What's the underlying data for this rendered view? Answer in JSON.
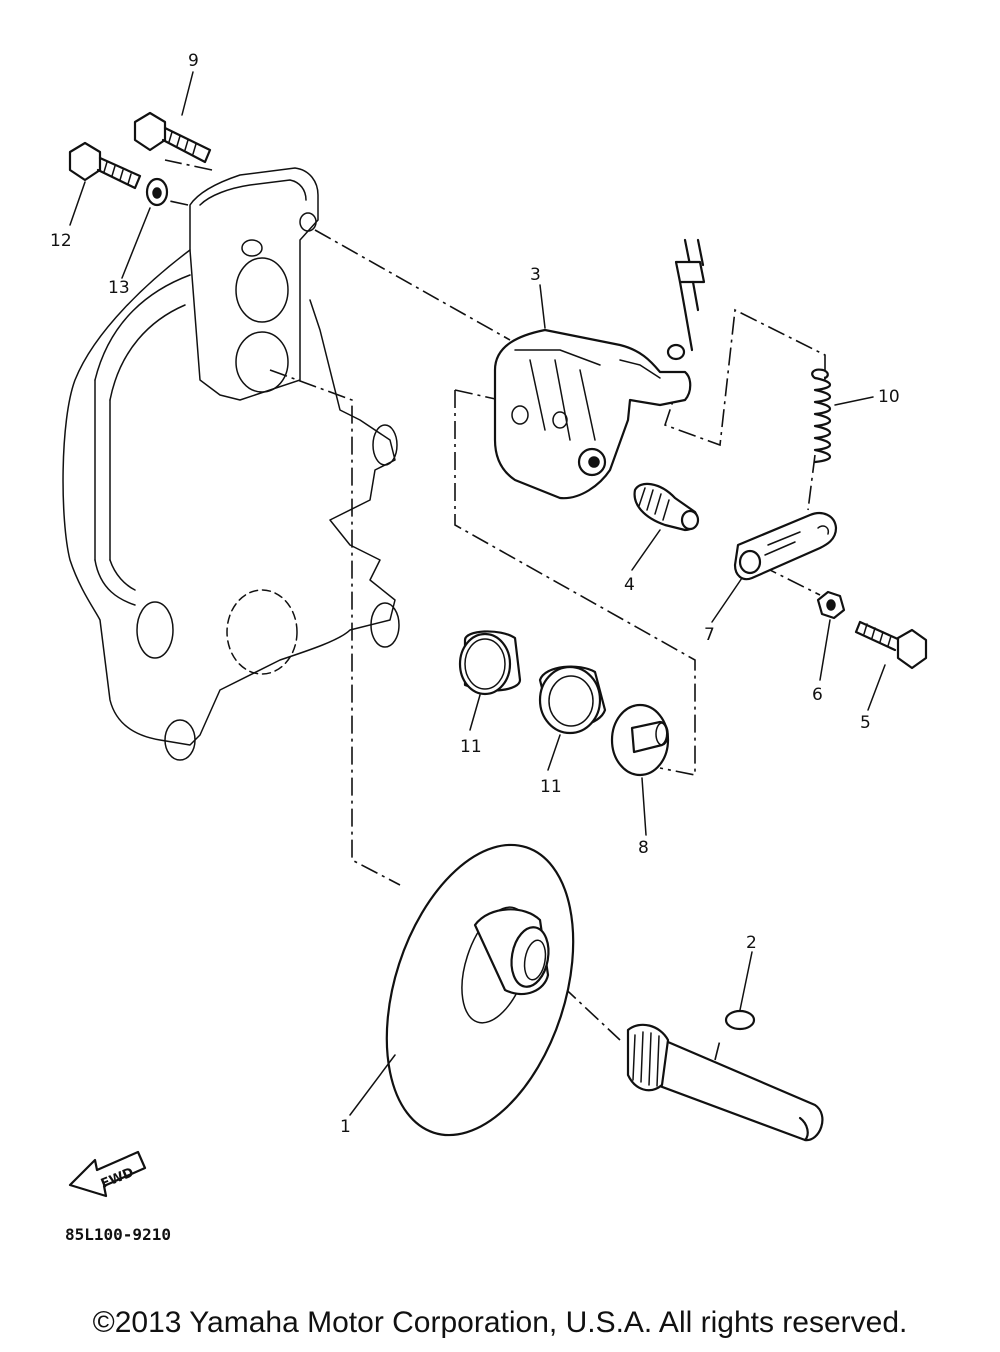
{
  "callouts": {
    "p1": "1",
    "p2": "2",
    "p3": "3",
    "p4": "4",
    "p5": "5",
    "p6": "6",
    "p7": "7",
    "p8": "8",
    "p9": "9",
    "p10": "10",
    "p11a": "11",
    "p11b": "11",
    "p12": "12",
    "p13": "13"
  },
  "fwd_label": "FWD",
  "diagram_code": "85L100-9210",
  "copyright": "©2013 Yamaha Motor Corporation, U.S.A. All rights reserved."
}
